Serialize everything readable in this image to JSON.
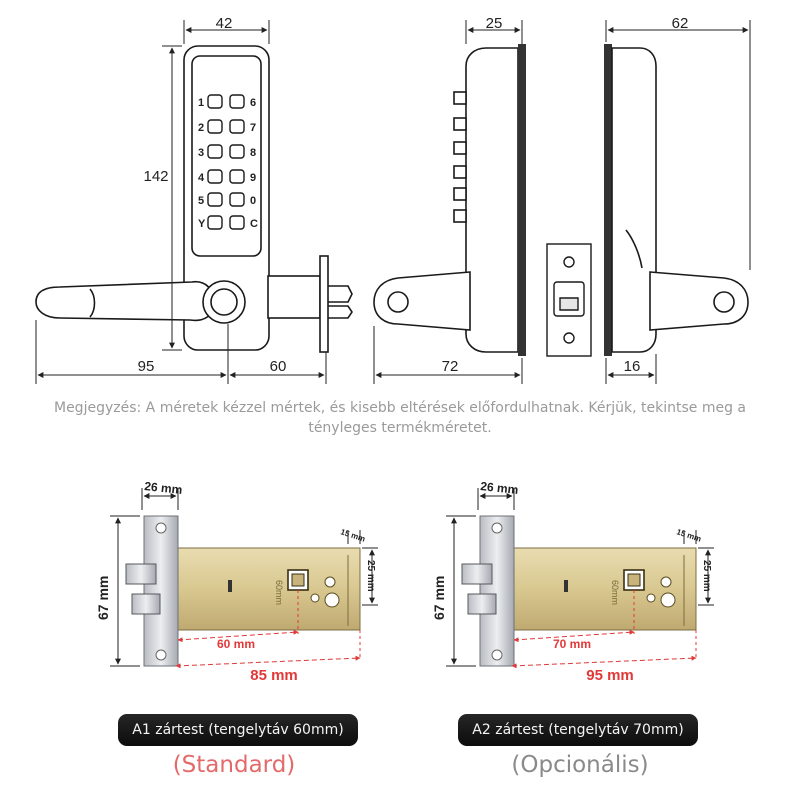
{
  "top": {
    "dims": {
      "w42": "42",
      "h142": "142",
      "w95": "95",
      "w60": "60",
      "w25": "25",
      "w72": "72",
      "w62": "62",
      "w16": "16"
    },
    "keys_left": [
      "1",
      "2",
      "3",
      "4",
      "5",
      "Y"
    ],
    "keys_right": [
      "6",
      "7",
      "8",
      "9",
      "0",
      "C"
    ]
  },
  "note": "Megjegyzés: A méretek kézzel mértek, és kisebb eltérések előfordulhatnak. Kérjük, tekintse meg a tényleges termékméretet.",
  "latches": [
    {
      "w26": "26 mm",
      "h67": "67 mm",
      "w15": "15 mm",
      "h25": "25 mm",
      "body_mark": "60mm",
      "backset": "60 mm",
      "total": "85 mm",
      "pill": "A1 zártest (tengelytáv 60mm)",
      "tag": "(Standard)"
    },
    {
      "w26": "26 mm",
      "h67": "67 mm",
      "w15": "15 mm",
      "h25": "25 mm",
      "body_mark": "60mm",
      "backset": "70 mm",
      "total": "95 mm",
      "pill": "A2 zártest (tengelytáv 70mm)",
      "tag": "(Opcionális)"
    }
  ]
}
